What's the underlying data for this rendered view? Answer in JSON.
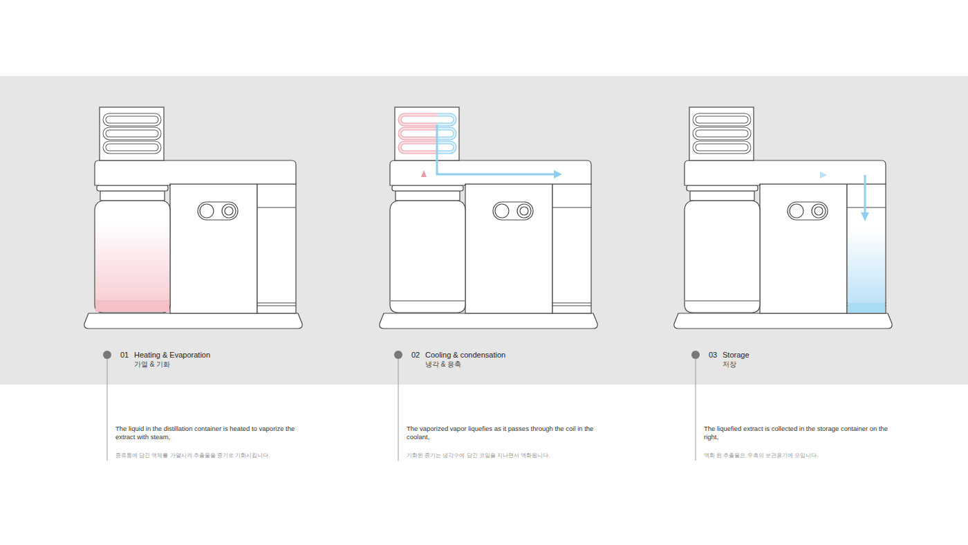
{
  "diagram": {
    "labels": [
      "01",
      "Heating & Evaporation",
      "가열 & 기화",
      "The liquid in the distillation container is heated to vaporize the extract with steam,",
      "증류통에 담긴 액체를 가열시켜 추출물을 증기로 기화시킵니다.",
      "02",
      "Cooling & condensation",
      "냉각 & 응축",
      "The vaporized vapor liquefies as it passes through the coil in the coolant,",
      "기화된 증기는 냉각수에 담긴 코일을 지나면서 액화됩니다.",
      "03",
      "Storage",
      "저장",
      "The liquefied extract is collected in the storage container on the right,",
      "액화 된 추출물은 우측의 보관용기에 모입니다."
    ]
  }
}
